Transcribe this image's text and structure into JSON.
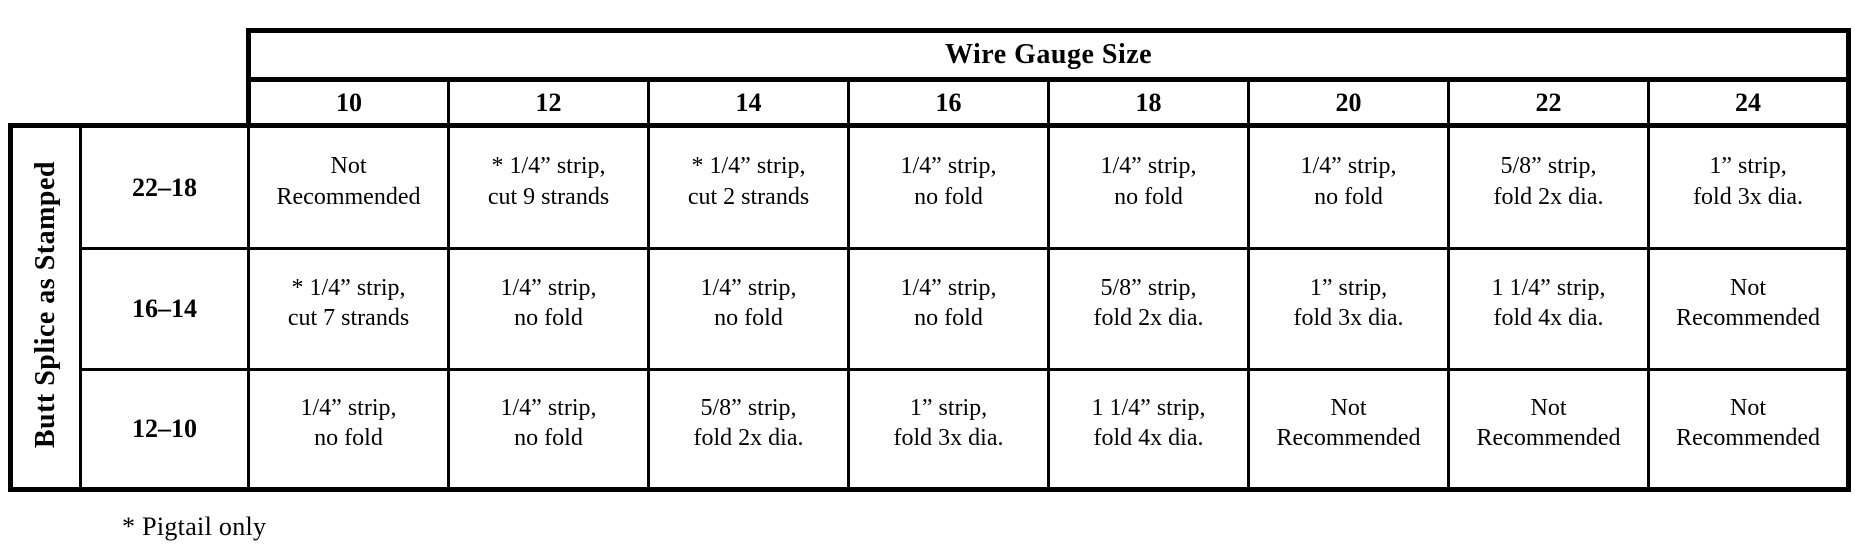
{
  "colors": {
    "ink": "#000000",
    "paper": "#ffffff"
  },
  "table": {
    "column_group_title": "Wire Gauge Size",
    "row_group_title": "Butt Splice as Stamped",
    "columns": [
      "10",
      "12",
      "14",
      "16",
      "18",
      "20",
      "22",
      "24"
    ],
    "rows": [
      {
        "label": "22–18",
        "cells": [
          "Not\nRecommended",
          "* 1/4” strip,\ncut 9 strands",
          "* 1/4” strip,\ncut 2 strands",
          "1/4” strip,\nno fold",
          "1/4” strip,\nno fold",
          "1/4” strip,\nno fold",
          "5/8” strip,\nfold 2x dia.",
          "1” strip,\nfold 3x dia."
        ]
      },
      {
        "label": "16–14",
        "cells": [
          "* 1/4” strip,\ncut 7 strands",
          "1/4” strip,\nno fold",
          "1/4” strip,\nno fold",
          "1/4” strip,\nno fold",
          "5/8” strip,\nfold 2x dia.",
          "1” strip,\nfold 3x dia.",
          "1 1/4” strip,\nfold 4x dia.",
          "Not\nRecommended"
        ]
      },
      {
        "label": "12–10",
        "cells": [
          "1/4” strip,\nno fold",
          "1/4” strip,\nno fold",
          "5/8” strip,\nfold 2x dia.",
          "1” strip,\nfold 3x dia.",
          "1 1/4” strip,\nfold 4x dia.",
          "Not\nRecommended",
          "Not\nRecommended",
          "Not\nRecommended"
        ]
      }
    ]
  },
  "footnote": "* Pigtail only"
}
